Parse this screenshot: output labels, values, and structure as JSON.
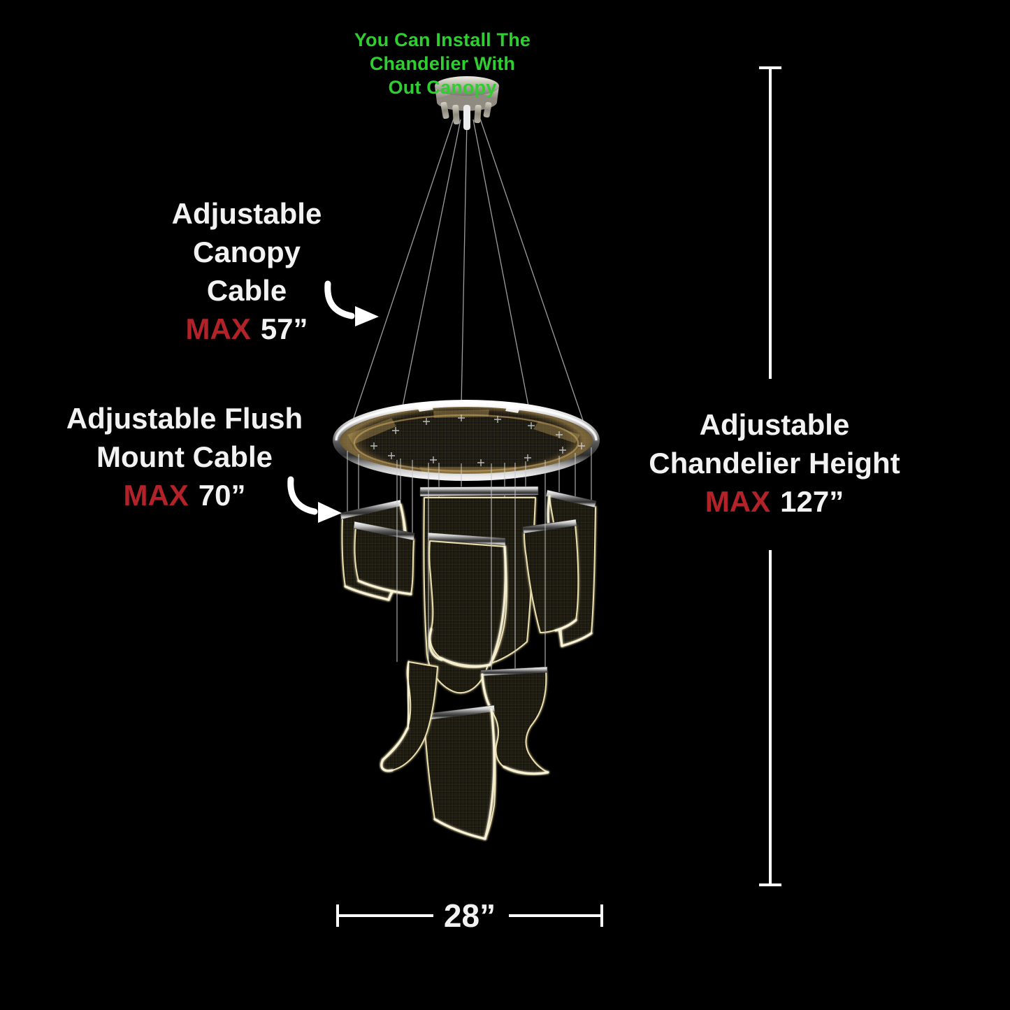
{
  "colors": {
    "background": "#000000",
    "text": "#f2f2f2",
    "accent_red": "#b22228",
    "note_green": "#2fce31",
    "line": "#ffffff",
    "panel_glow": "#ecdfae"
  },
  "note": {
    "line1": "You Can Install The Chandelier With",
    "line2": "Out Canopy"
  },
  "annotations": {
    "canopy_cable": {
      "line1": "Adjustable Canopy",
      "line2": "Cable",
      "max_label": "MAX",
      "value": "57”"
    },
    "flush_mount_cable": {
      "line1": "Adjustable Flush",
      "line2": "Mount Cable",
      "max_label": "MAX",
      "value": "70”"
    },
    "chandelier_height": {
      "line1": "Adjustable",
      "line2": "Chandelier Height",
      "max_label": "MAX",
      "value": "127”"
    }
  },
  "dimensions": {
    "width_value": "28”"
  }
}
